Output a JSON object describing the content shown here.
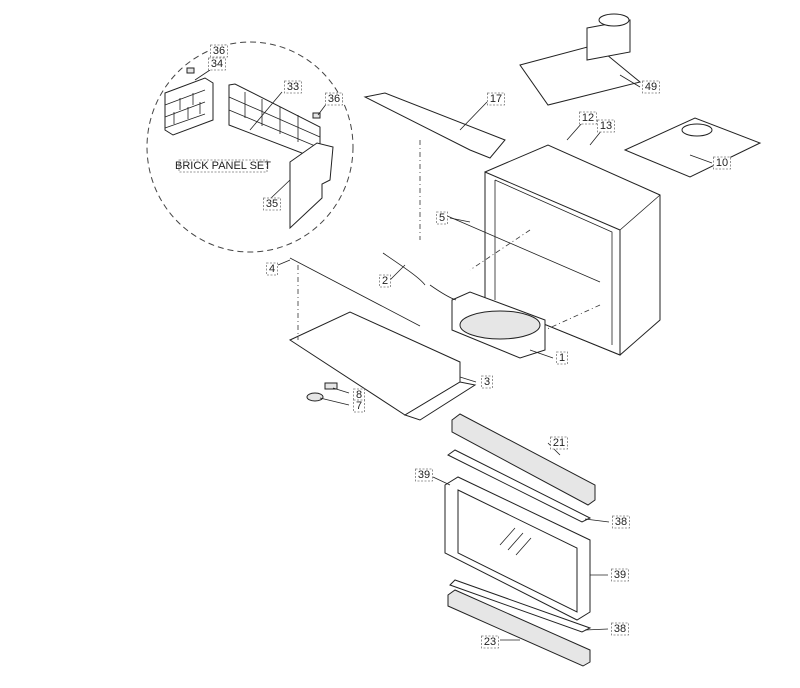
{
  "title": "Fireplace exploded parts diagram",
  "callouts": [
    {
      "id": "c36a",
      "label": "36"
    },
    {
      "id": "c34",
      "label": "34"
    },
    {
      "id": "c33",
      "label": "33"
    },
    {
      "id": "c36b",
      "label": "36"
    },
    {
      "id": "c35",
      "label": "35"
    },
    {
      "id": "c17",
      "label": "17"
    },
    {
      "id": "c12",
      "label": "12"
    },
    {
      "id": "c13",
      "label": "13"
    },
    {
      "id": "c49",
      "label": "49"
    },
    {
      "id": "c10",
      "label": "10"
    },
    {
      "id": "c5",
      "label": "5"
    },
    {
      "id": "c2",
      "label": "2"
    },
    {
      "id": "c4",
      "label": "4"
    },
    {
      "id": "c1",
      "label": "1"
    },
    {
      "id": "c3",
      "label": "3"
    },
    {
      "id": "c8",
      "label": "8"
    },
    {
      "id": "c7",
      "label": "7"
    },
    {
      "id": "c21",
      "label": "21"
    },
    {
      "id": "c39a",
      "label": "39"
    },
    {
      "id": "c38a",
      "label": "38"
    },
    {
      "id": "c39b",
      "label": "39"
    },
    {
      "id": "c38b",
      "label": "38"
    },
    {
      "id": "c23",
      "label": "23"
    }
  ],
  "brick_panel_set": "BRICK PANEL SET"
}
